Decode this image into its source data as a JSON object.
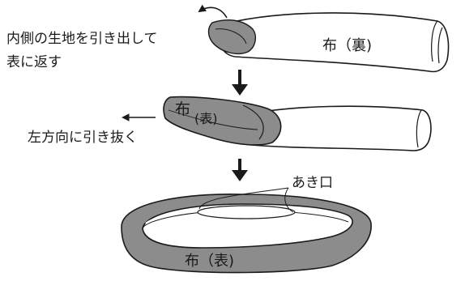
{
  "step1": {
    "instruction_line1": "内側の生地を引き出して",
    "instruction_line2": "表に返す",
    "fabric_label": "布（裏)"
  },
  "step2": {
    "fabric_label_char": "布",
    "fabric_label_rest": "(表)",
    "instruction": "左方向に引き抜く"
  },
  "step3": {
    "opening_label": "あき口",
    "fabric_label": "布（表)"
  },
  "colors": {
    "fabric_front": "#8c8c8c",
    "fabric_back": "#ffffff",
    "stroke": "#1a1a1a"
  },
  "icons": [
    "curved-arrow-icon",
    "down-arrow-icon",
    "left-arrow-icon"
  ]
}
